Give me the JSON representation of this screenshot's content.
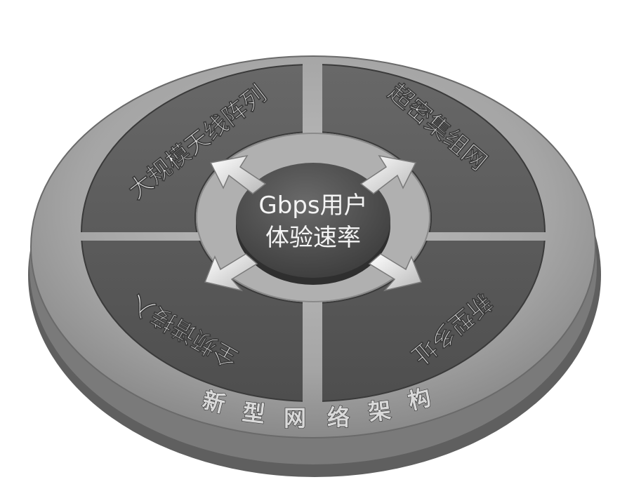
{
  "diagram": {
    "center": {
      "line1": "Gbps用户",
      "line2": "体验速率"
    },
    "quadrants": {
      "top_left": "大规模天线阵列",
      "top_right": "超密集组网",
      "bottom_left": "全频谱接入",
      "bottom_right": "新型多址"
    },
    "base_ring": {
      "chars": [
        "新",
        "型",
        "网",
        "络",
        "架",
        "构"
      ]
    }
  },
  "colors": {
    "quadrant_fill": "#5d5d5d",
    "ring_fill": "#a9a9a9",
    "center_fill": "#4a4a4a",
    "arrow_fill": "#e6e6e6",
    "base_side": "#6e6e6e"
  }
}
